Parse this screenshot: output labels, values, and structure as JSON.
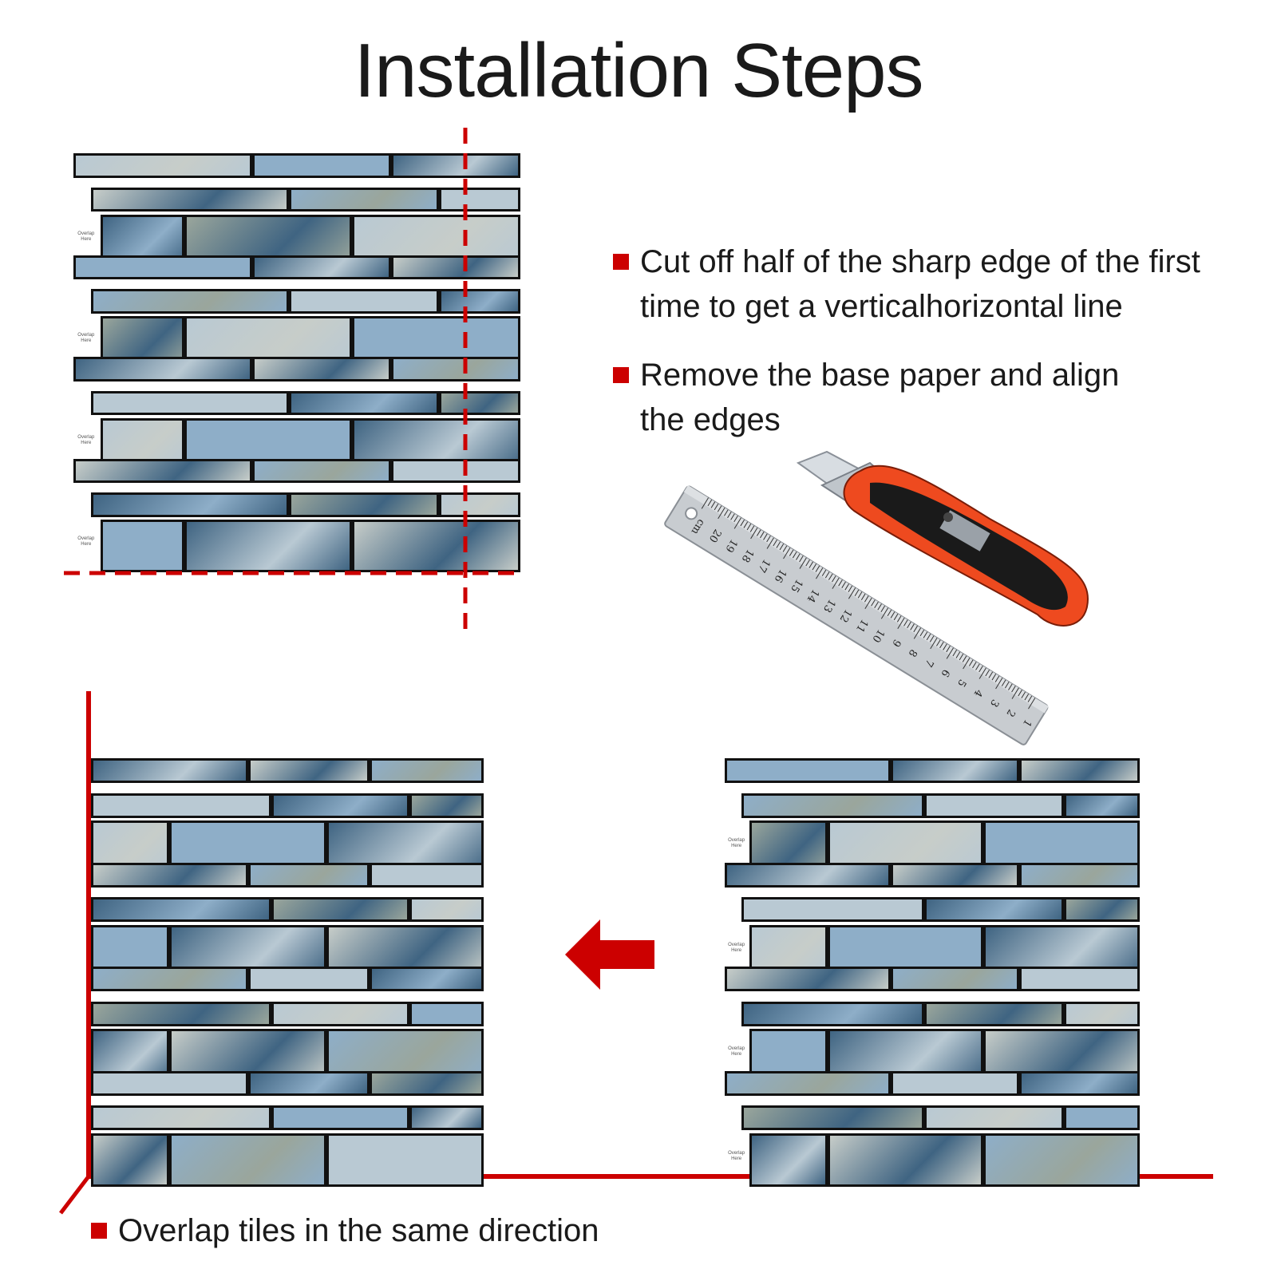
{
  "title": "Installation Steps",
  "steps": [
    "Cut off half of the sharp edge of the first time to get a verticalhorizontal line",
    "Remove the base paper and align the edges",
    "Overlap tiles in the same direction"
  ],
  "overlap_label": "Overlap Here",
  "ruler_numbers": [
    "cm",
    "20",
    "19",
    "18",
    "17",
    "16",
    "15",
    "14",
    "13",
    "12",
    "11",
    "10",
    "9",
    "8",
    "7",
    "6",
    "5",
    "4",
    "3",
    "2",
    "1"
  ],
  "colors": {
    "accent": "#cc0000",
    "tile_light": "#b9c9d3",
    "tile_mid": "#8eaec8",
    "tile_dark": "#3f6482",
    "tile_grey": "#c7cdc9",
    "tile_rust": "#9aa69c",
    "knife_orange": "#ee4a1f",
    "knife_black": "#1a1a1a",
    "ruler": "#c8ccd0"
  }
}
